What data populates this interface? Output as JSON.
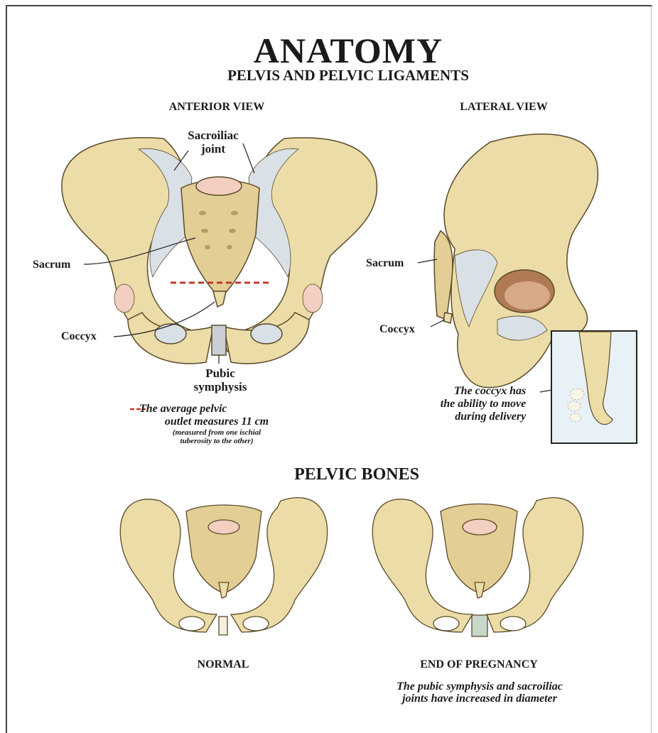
{
  "title": "ANATOMY",
  "subtitle": "PELVIS AND PELVIC LIGAMENTS",
  "anterior": {
    "heading": "ANTERIOR VIEW",
    "sacroiliac_line1": "Sacroiliac",
    "sacroiliac_line2": "joint",
    "sacrum": "Sacrum",
    "coccyx": "Coccyx",
    "pubic_line1": "Pubic",
    "pubic_line2": "symphysis",
    "outlet_line1": "The average pelvic",
    "outlet_line2": "outlet measures 11 cm",
    "outlet_line3": "(measured from one ischial",
    "outlet_line4": "tuberosity to the other)"
  },
  "lateral": {
    "heading": "LATERAL VIEW",
    "sacrum": "Sacrum",
    "coccyx": "Coccyx",
    "note_line1": "The coccyx has",
    "note_line2": "the ability to move",
    "note_line3": "during delivery"
  },
  "pelvic_bones": {
    "heading": "PELVIC BONES",
    "normal": "NORMAL",
    "pregnancy": "END OF PREGNANCY",
    "note_line1": "The pubic symphysis and sacroiliac",
    "note_line2": "joints have increased in diameter"
  },
  "colors": {
    "bone": "#ecdca8",
    "bone_shadow": "#c9b47c",
    "ligament": "#d9e0e6",
    "cartilage": "#f2cfc0",
    "outline": "#5a4a2a",
    "dashed_line": "#c0392b",
    "inset_bg": "#e8f1f6"
  }
}
